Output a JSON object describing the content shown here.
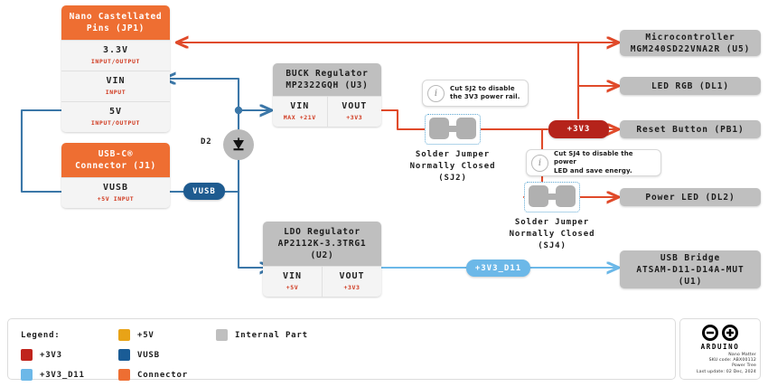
{
  "diagram": {
    "title": "Nano Matter Power Tree",
    "colors": {
      "rail_3v3": "#E04A2A",
      "rail_3v3_badge": "#B5231B",
      "rail_vusb": "#3B77A8",
      "rail_3v3_d11": "#6CB8E8",
      "connector": "#EE6E32",
      "internal_part": "#BFBFBF",
      "legend_5v": "#E8A317",
      "legend_vusb": "#1A5C96",
      "legend_3v3": "#C0241C"
    }
  },
  "connectors": [
    {
      "id": "jp1",
      "title": "Nano Castellated\nPins (JP1)",
      "title_line1": "Nano Castellated",
      "title_line2": "Pins (JP1)",
      "pins": [
        {
          "name": "3.3V",
          "value": "INPUT/OUTPUT"
        },
        {
          "name": "VIN",
          "value": "INPUT"
        },
        {
          "name": "5V",
          "value": "INPUT/OUTPUT"
        }
      ]
    },
    {
      "id": "j1",
      "title_line1": "USB-C®",
      "title_line2": "Connector (J1)",
      "pins": [
        {
          "name": "VUSB",
          "value": "+5V INPUT"
        }
      ]
    }
  ],
  "regulators": [
    {
      "id": "u3",
      "title_line1": "BUCK Regulator",
      "title_line2": "MP2322GQH (U3)",
      "pins": [
        {
          "name": "VIN",
          "value": "MAX +21V"
        },
        {
          "name": "VOUT",
          "value": "+3V3"
        }
      ]
    },
    {
      "id": "u2",
      "title_line1": "LDO Regulator",
      "title_line2": "AP2112K-3.3TRG1 (U2)",
      "pins": [
        {
          "name": "VIN",
          "value": "+5V"
        },
        {
          "name": "VOUT",
          "value": "+3V3"
        }
      ]
    }
  ],
  "diode": {
    "label": "D2"
  },
  "net_badges": {
    "vusb": "VUSB",
    "v3v3": "+3V3",
    "v3v3_d11": "+3V3_D11"
  },
  "solder_jumpers": [
    {
      "id": "sj2",
      "caption_line1": "Solder Jumper",
      "caption_line2": "Normally Closed",
      "caption_line3": "(SJ2)"
    },
    {
      "id": "sj4",
      "caption_line1": "Solder Jumper",
      "caption_line2": "Normally Closed",
      "caption_line3": "(SJ4)"
    }
  ],
  "callouts": [
    {
      "id": "sj2-note",
      "icon": "info-icon",
      "line1": "Cut SJ2 to disable",
      "line2": "the 3V3 power rail."
    },
    {
      "id": "sj4-note",
      "icon": "info-icon",
      "line1": "Cut SJ4 to disable the power",
      "line2": "LED and save energy."
    }
  ],
  "internal_parts": [
    {
      "id": "u5",
      "line1": "Microcontroller",
      "line2": "MGM240SD22VNA2R (U5)"
    },
    {
      "id": "dl1",
      "line1": "LED RGB (DL1)",
      "line2": ""
    },
    {
      "id": "pb1",
      "line1": "Reset Button (PB1)",
      "line2": ""
    },
    {
      "id": "dl2",
      "line1": "Power LED (DL2)",
      "line2": ""
    },
    {
      "id": "u1",
      "line1": "USB Bridge",
      "line2": "ATSAM-D11-D14A-MUT",
      "line3": "(U1)"
    }
  ],
  "legend": {
    "header": "Legend:",
    "items": [
      {
        "label": "+3V3",
        "color": "#C0241C"
      },
      {
        "label": "+3V3_D11",
        "color": "#6CB8E8"
      },
      {
        "label": "+5V",
        "color": "#E8A317"
      },
      {
        "label": "VUSB",
        "color": "#1A5C96"
      },
      {
        "label": "Connector",
        "color": "#EE6E32"
      },
      {
        "label": "Internal Part",
        "color": "#BFBFBF"
      }
    ]
  },
  "arduino": {
    "wordmark": "ARDUINO",
    "meta_line1": "Nano Matter",
    "meta_line2": "SKU code: ABX00112",
    "meta_line3": "Power Tree",
    "meta_line4": "Last update: 02 Dec, 2024"
  }
}
